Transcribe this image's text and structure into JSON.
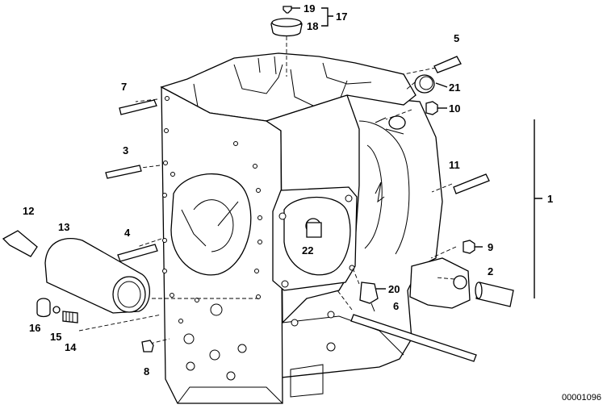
{
  "diagram": {
    "labels": {
      "l1": "1",
      "l2": "2",
      "l3": "3",
      "l4": "4",
      "l5": "5",
      "l6": "6",
      "l7": "7",
      "l8": "8",
      "l9": "9",
      "l10": "10",
      "l11": "11",
      "l12": "12",
      "l13": "13",
      "l14": "14",
      "l15": "15",
      "l16": "16",
      "l17": "17",
      "l18": "18",
      "l19": "19",
      "l20": "20",
      "l21": "21",
      "l22": "22"
    },
    "drawing_code": "00001096"
  }
}
